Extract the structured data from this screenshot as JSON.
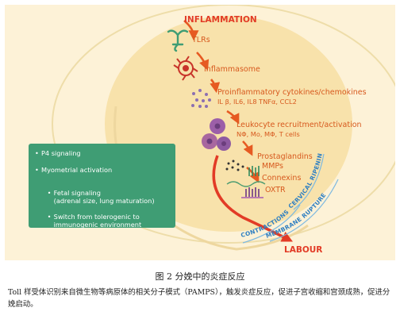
{
  "figure": {
    "title": "INFLAMMATION",
    "outcome": "LABOUR",
    "stages": [
      {
        "label": "TLRs",
        "icon": "tlr-receptor-icon"
      },
      {
        "label": "Inflammasome",
        "icon": "inflammasome-icon"
      },
      {
        "label": "Proinflammatory cytokines/chemokines",
        "detail": "IL β, IL6, IL8 TNFα, CCL2",
        "icon": "cytokine-dots-icon"
      },
      {
        "label": "Leukocyte recruitment/activation",
        "detail": "NΦ, Mo, MΦ, T cells",
        "icon": "leukocyte-cells-icon"
      },
      {
        "label": "Prostaglandins",
        "icon": "prostaglandin-dots-icon"
      },
      {
        "label": "MMPs",
        "icon": "mmp-icon"
      },
      {
        "label": "Connexins",
        "icon": "connexin-icon"
      },
      {
        "label": "OXTR",
        "icon": "oxtr-receptor-icon"
      }
    ],
    "pathways": [
      "CONTRACTIONS",
      "CERVICAL RIPENING",
      "MEMBRANE RUPTURE"
    ],
    "side_box": {
      "items": [
        "P4 signaling",
        "Myometrial activation",
        "Fetal signaling\n(adrenal size, lung maturation)",
        "Switch from tolerogenic to\nimmunogenic environment"
      ]
    },
    "colors": {
      "background": "#fdf2d7",
      "uterus": "#f8e2ab",
      "arrow": "#e65a22",
      "title": "#e23b26",
      "stage_text": "#d7591e",
      "side_box": "#3f9d74",
      "pathway_text": "#2f7fc1"
    }
  },
  "caption": "图 2  分娩中的炎症反应",
  "description": "Toll 样受体识别来自微生物等病原体的相关分子模式（PAMPS），触发炎症反应，促进子宫收缩和宫颈成熟，促进分娩启动。"
}
